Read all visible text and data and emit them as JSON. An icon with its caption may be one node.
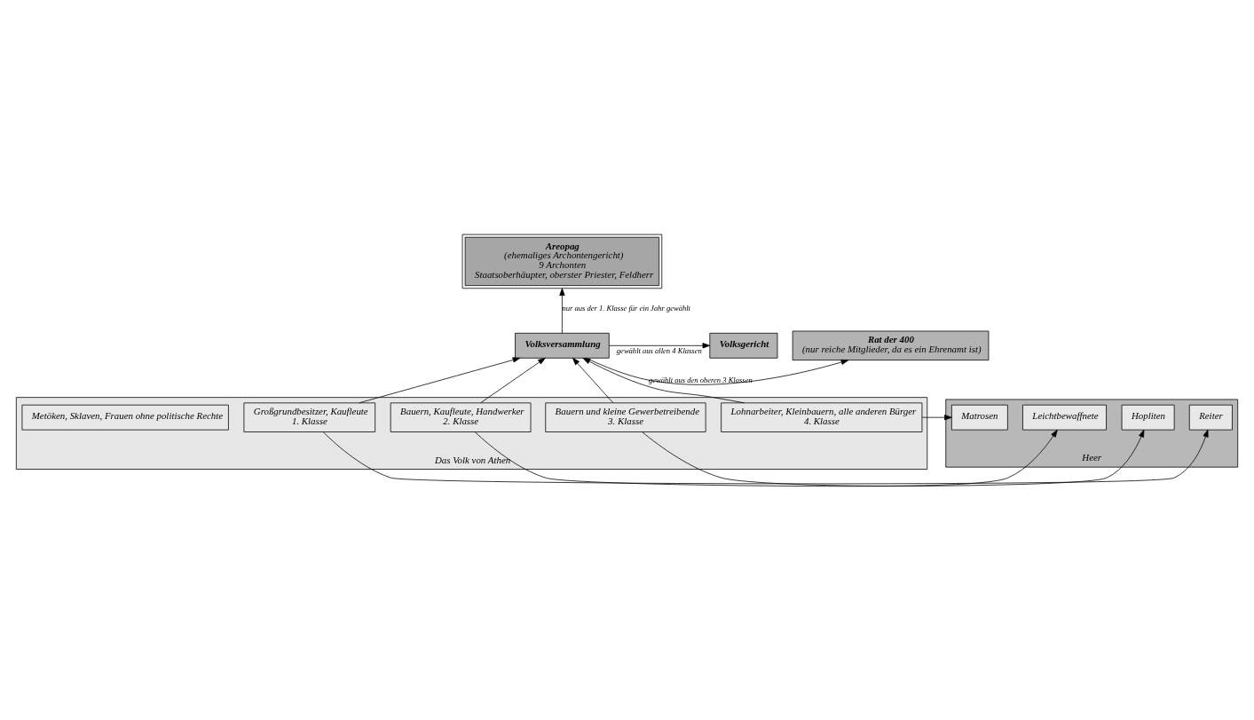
{
  "diagram": {
    "nodes": [
      {
        "text": [
          "Areopag",
          "(ehemaliges Archontengericht)",
          "9 Archonten",
          "Staatsoberhäupter, oberster Priester, Feldherr"
        ]
      },
      {
        "text": [
          "Rat der 400",
          "(nur reiche Mitglieder, da es ein Ehrenamt ist)"
        ]
      },
      {
        "text": [
          "Volksversammlung"
        ]
      },
      {
        "text": [
          "Volksgericht"
        ]
      },
      {
        "text": [
          "Das Volk von Athen"
        ]
      },
      {
        "text": [
          "Großgrundbesitzer, Kaufleute",
          "1. Klasse"
        ],
        "in": 4
      },
      {
        "text": [
          "Bauern, Kaufleute, Handwerker",
          "2. Klasse"
        ],
        "in": 4
      },
      {
        "text": [
          "Bauern und kleine Gewerbetreibende",
          "3. Klasse"
        ],
        "in": 4
      },
      {
        "text": [
          "Lohnarbeiter, Kleinbauern, alle anderen Bürger",
          "4. Klasse"
        ],
        "in": 4
      },
      {
        "text": [
          "Metöken, Sklaven, Frauen ohne politische Rechte"
        ],
        "in": 4
      },
      {
        "text": [
          "Heer"
        ]
      },
      {
        "text": [
          "Reiter"
        ],
        "in": 10
      },
      {
        "text": [
          "Hopliten"
        ],
        "in": 10
      },
      {
        "text": [
          "Leichtbewaffnete"
        ],
        "in": 10
      },
      {
        "text": [
          "Matrosen"
        ],
        "in": 10
      }
    ],
    "edges": [
      {
        "from": 2,
        "to": 0,
        "arrow": "to",
        "label": "nur aus der 1. Klasse für ein Jahr gewählt"
      },
      {
        "from": 2,
        "to": 1,
        "arrow": "to",
        "label": "gewählt aus den oberen 3 Klassen"
      },
      {
        "from": 2,
        "to": 3,
        "arrow": "to",
        "label": "gewählt aus allen 4 Klassen"
      },
      {
        "from": 5,
        "to": 2,
        "arrow": "to"
      },
      {
        "from": 6,
        "to": 2,
        "arrow": "to"
      },
      {
        "from": 7,
        "to": 2,
        "arrow": "to"
      },
      {
        "from": 8,
        "to": 2,
        "arrow": "to"
      },
      {
        "from": 5,
        "to": 11,
        "arrow": "to"
      },
      {
        "from": 6,
        "to": 12,
        "arrow": "to"
      },
      {
        "from": 7,
        "to": 13,
        "arrow": "to"
      },
      {
        "from": 8,
        "to": 14,
        "arrow": "to"
      }
    ]
  }
}
